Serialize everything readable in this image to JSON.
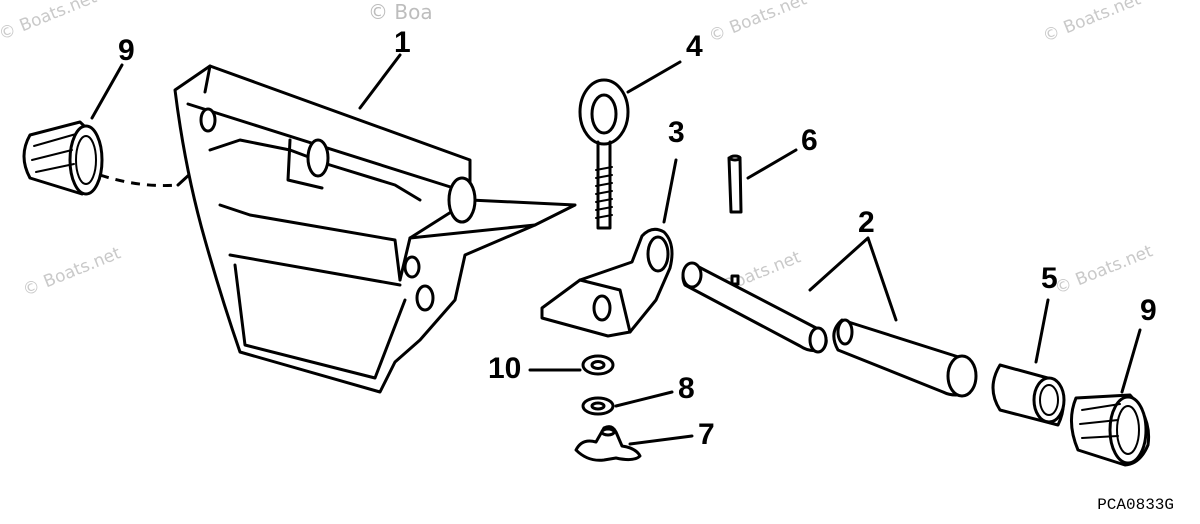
{
  "watermark": {
    "text": "© Boats.net",
    "top_text": "© Boa"
  },
  "callouts": {
    "c1": "1",
    "c2": "2",
    "c3": "3",
    "c4": "4",
    "c5": "5",
    "c6": "6",
    "c7": "7",
    "c8": "8",
    "c9_left": "9",
    "c9_right": "9",
    "c10": "10"
  },
  "drawing_code": "PCA0833G"
}
